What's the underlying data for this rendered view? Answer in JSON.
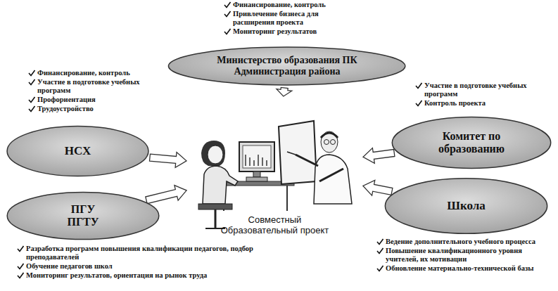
{
  "diagram": {
    "nodes": [
      {
        "text": [
          "Министерство образования ПК Администрация района"
        ]
      },
      {
        "text": [
          "НСХ"
        ]
      },
      {
        "text": [
          "Комитет по образованию"
        ]
      },
      {
        "text": [
          "ПГУ ПГТУ"
        ]
      },
      {
        "text": [
          "Школа"
        ]
      },
      {
        "text": [
          "Совместный Образовательный проект"
        ]
      }
    ],
    "edges": [
      {
        "from": 0,
        "to": 5,
        "arrow": "to"
      },
      {
        "from": 1,
        "to": 5,
        "arrow": "to"
      },
      {
        "from": 2,
        "to": 5,
        "arrow": "to"
      },
      {
        "from": 3,
        "to": 5,
        "arrow": "to"
      },
      {
        "from": 4,
        "to": 5,
        "arrow": "to"
      }
    ],
    "labels": [
      "Финансирование, контроль",
      "Привлечение бизнеса для расширения проекта",
      "Мониторинг результатов",
      "Финансирование, контроль",
      "Участие в подготовке учебных программ",
      "Профориентация",
      "Трудоустройство",
      "Участие в подготовке учебных программ",
      "Контроль проекта",
      "Разработка программ повышения квалификации педагогов, подбор преподавателей",
      "Обучение педагогов школ",
      "Мониторинг результатов, ориентация на рынок труда",
      "Ведение дополнительного учебного процесса",
      "Повышение квалификационного уровня учителей, их мотивации",
      "Обновление материально-технической базы"
    ]
  }
}
